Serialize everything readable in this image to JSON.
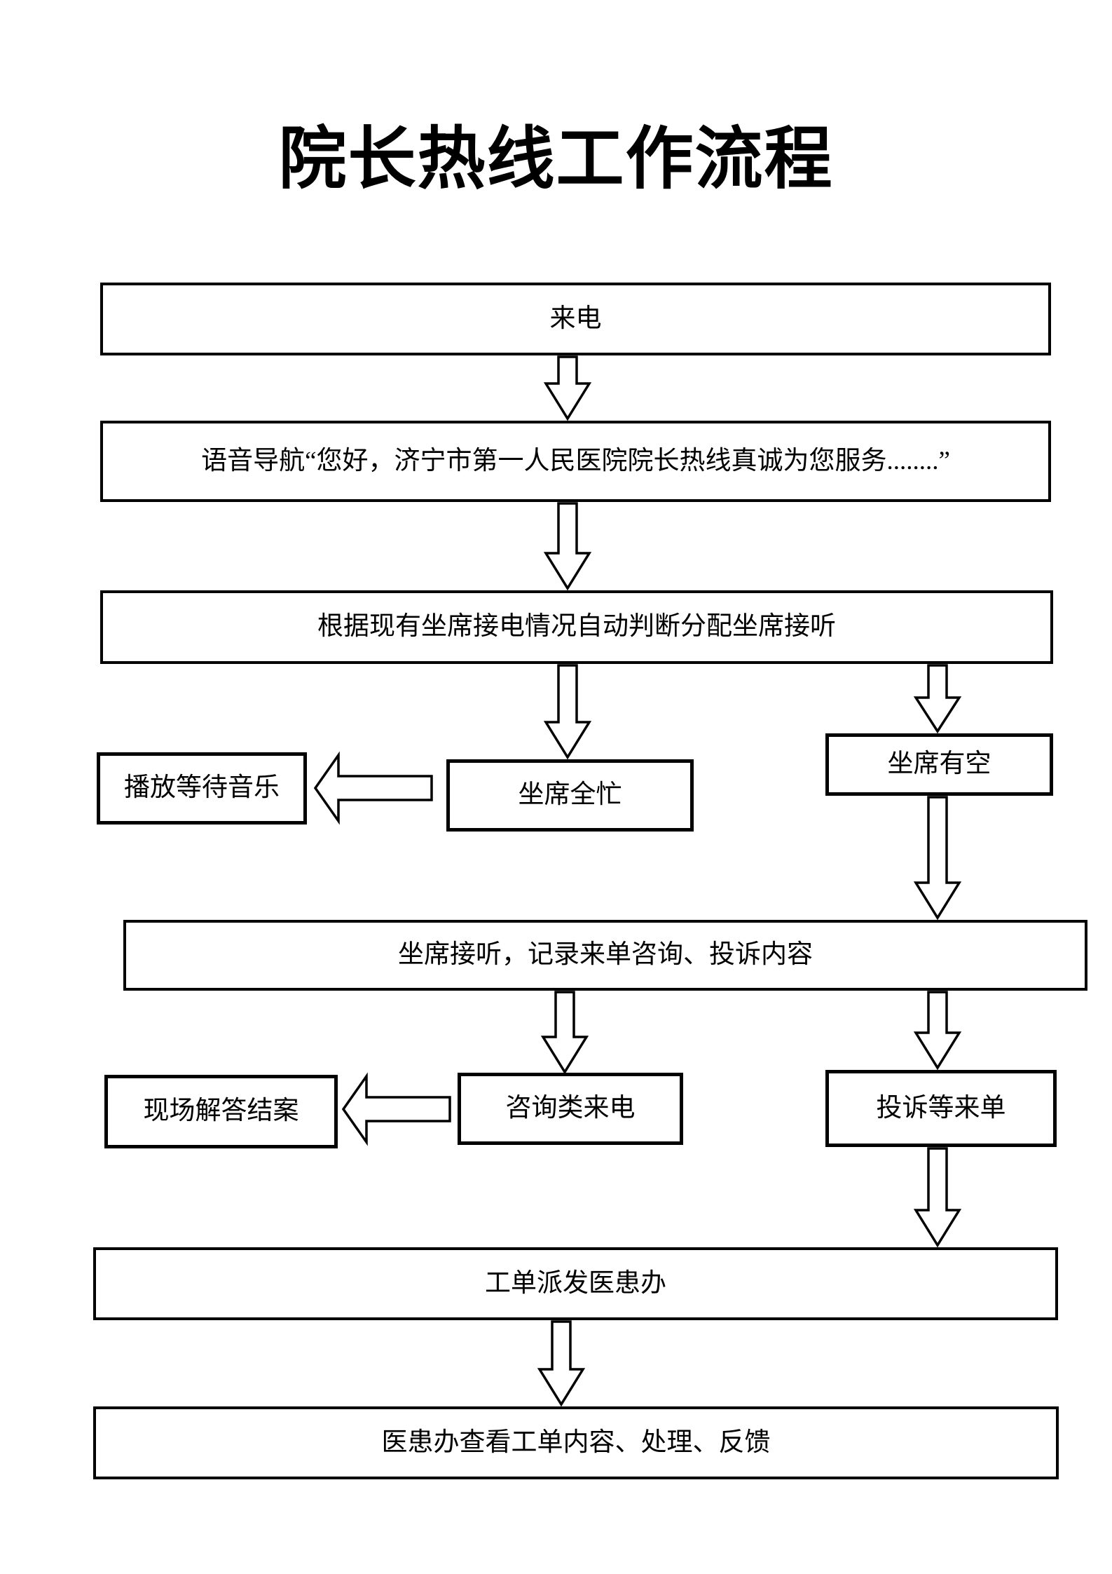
{
  "title": "院长热线工作流程",
  "colors": {
    "line": "#000000",
    "background": "#ffffff"
  },
  "boxes": {
    "incoming_call": "来电",
    "voice_nav": "语音导航“您好，济宁市第一人民医院院长热线真诚为您服务........”",
    "auto_assign": "根据现有坐席接电情况自动判断分配坐席接听",
    "play_music": "播放等待音乐",
    "all_busy": "坐席全忙",
    "seat_free": "坐席有空",
    "record": "坐席接听，记录来单咨询、投诉内容",
    "onsite_close": "现场解答结案",
    "consult_call": "咨询类来电",
    "complaint_order": "投诉等来单",
    "dispatch": "工单派发医患办",
    "review": "医患办查看工单内容、处理、反馈"
  },
  "edges": [
    {
      "from": "incoming_call",
      "to": "voice_nav",
      "direction": "down"
    },
    {
      "from": "voice_nav",
      "to": "auto_assign",
      "direction": "down"
    },
    {
      "from": "auto_assign",
      "to": "all_busy",
      "direction": "down"
    },
    {
      "from": "auto_assign",
      "to": "seat_free",
      "direction": "down"
    },
    {
      "from": "all_busy",
      "to": "play_music",
      "direction": "left"
    },
    {
      "from": "seat_free",
      "to": "record",
      "direction": "down"
    },
    {
      "from": "record",
      "to": "consult_call",
      "direction": "down"
    },
    {
      "from": "record",
      "to": "complaint_order",
      "direction": "down"
    },
    {
      "from": "consult_call",
      "to": "onsite_close",
      "direction": "left"
    },
    {
      "from": "complaint_order",
      "to": "dispatch",
      "direction": "down"
    },
    {
      "from": "dispatch",
      "to": "review",
      "direction": "down"
    }
  ]
}
